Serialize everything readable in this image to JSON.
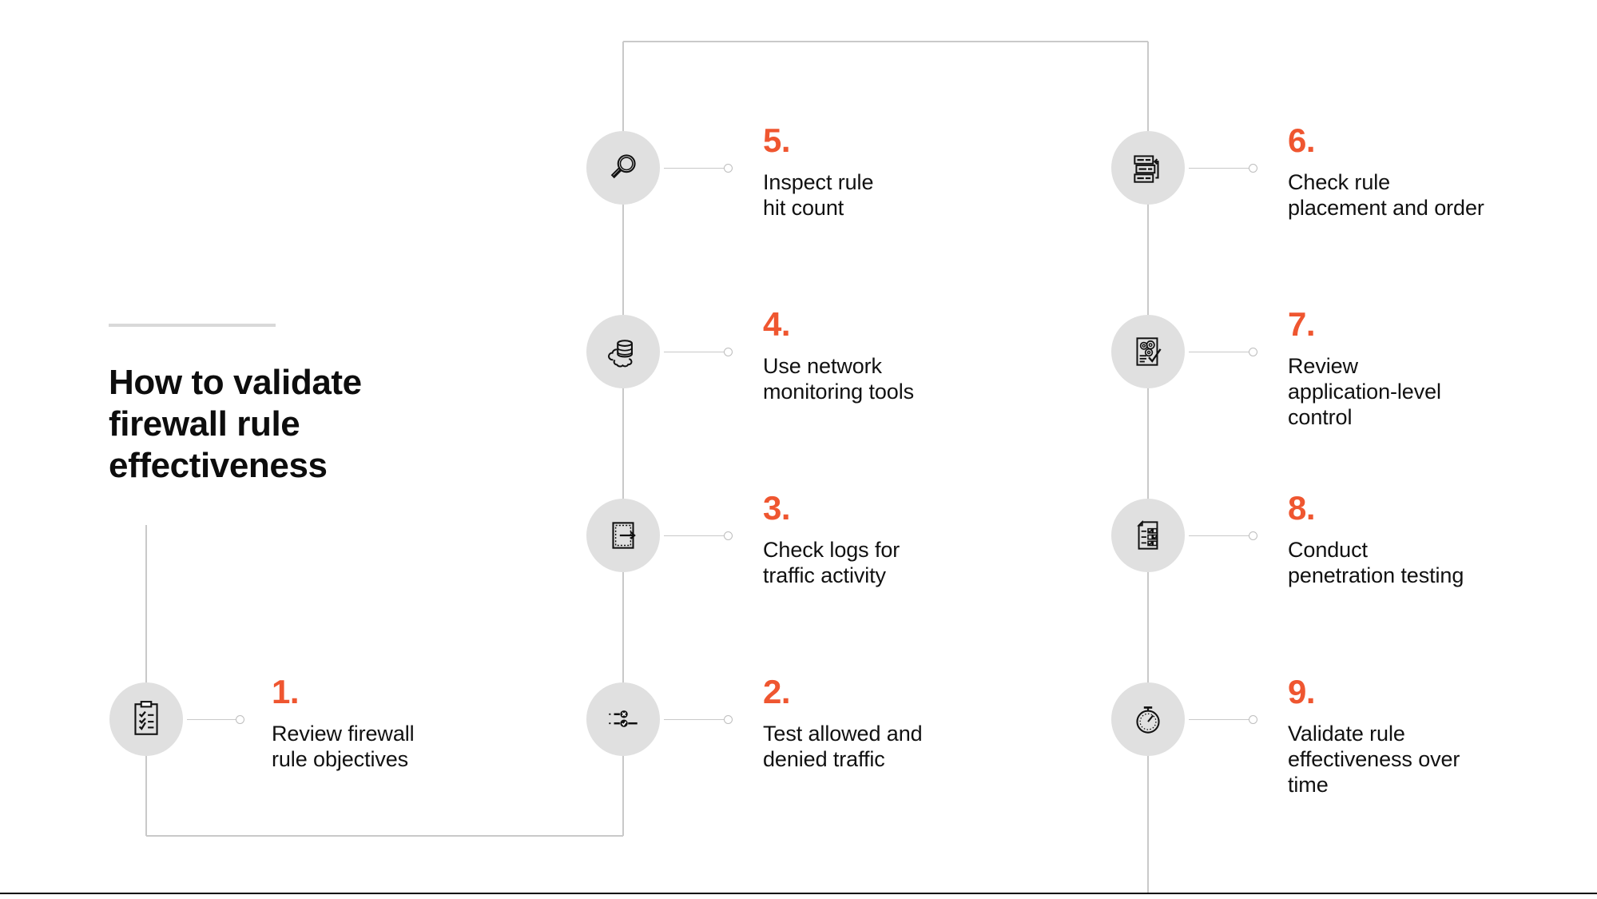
{
  "title": {
    "text": "How to validate firewall rule effectiveness",
    "line1": "How to validate",
    "line2": "firewall rule",
    "line3": "effectiveness"
  },
  "theme": {
    "accent": "#ef5630",
    "badge_bg": "#e0e0e0",
    "connector": "#c9c9c9",
    "text": "#111111",
    "background": "#ffffff",
    "rule": "#000000"
  },
  "steps": [
    {
      "number": "1.",
      "label": "Review firewall rule objectives",
      "label_lines": [
        "Review firewall",
        "rule objectives"
      ],
      "icon": "clipboard-checklist-icon"
    },
    {
      "number": "2.",
      "label": "Test allowed and denied traffic",
      "label_lines": [
        "Test allowed and",
        "denied traffic"
      ],
      "icon": "allow-deny-traffic-icon"
    },
    {
      "number": "3.",
      "label": "Check logs for traffic activity",
      "label_lines": [
        "Check logs for",
        "traffic activity"
      ],
      "icon": "log-export-arrow-icon"
    },
    {
      "number": "4.",
      "label": "Use network monitoring tools",
      "label_lines": [
        "Use network",
        "monitoring tools"
      ],
      "icon": "cloud-database-icon"
    },
    {
      "number": "5.",
      "label": "Inspect rule hit count",
      "label_lines": [
        "Inspect rule",
        "hit count"
      ],
      "icon": "magnifying-glass-icon"
    },
    {
      "number": "6.",
      "label": "Check rule placement and order",
      "label_lines": [
        "Check rule",
        "placement and order"
      ],
      "icon": "rule-order-stack-icon"
    },
    {
      "number": "7.",
      "label": "Review application-level control",
      "label_lines": [
        "Review",
        "application-level",
        "control"
      ],
      "icon": "document-gears-check-icon"
    },
    {
      "number": "8.",
      "label": "Conduct penetration testing",
      "label_lines": [
        "Conduct",
        "penetration testing"
      ],
      "icon": "checklist-report-icon"
    },
    {
      "number": "9.",
      "label": "Validate rule effectiveness over time",
      "label_lines": [
        "Validate rule",
        "effectiveness over",
        "time"
      ],
      "icon": "stopwatch-icon"
    }
  ]
}
